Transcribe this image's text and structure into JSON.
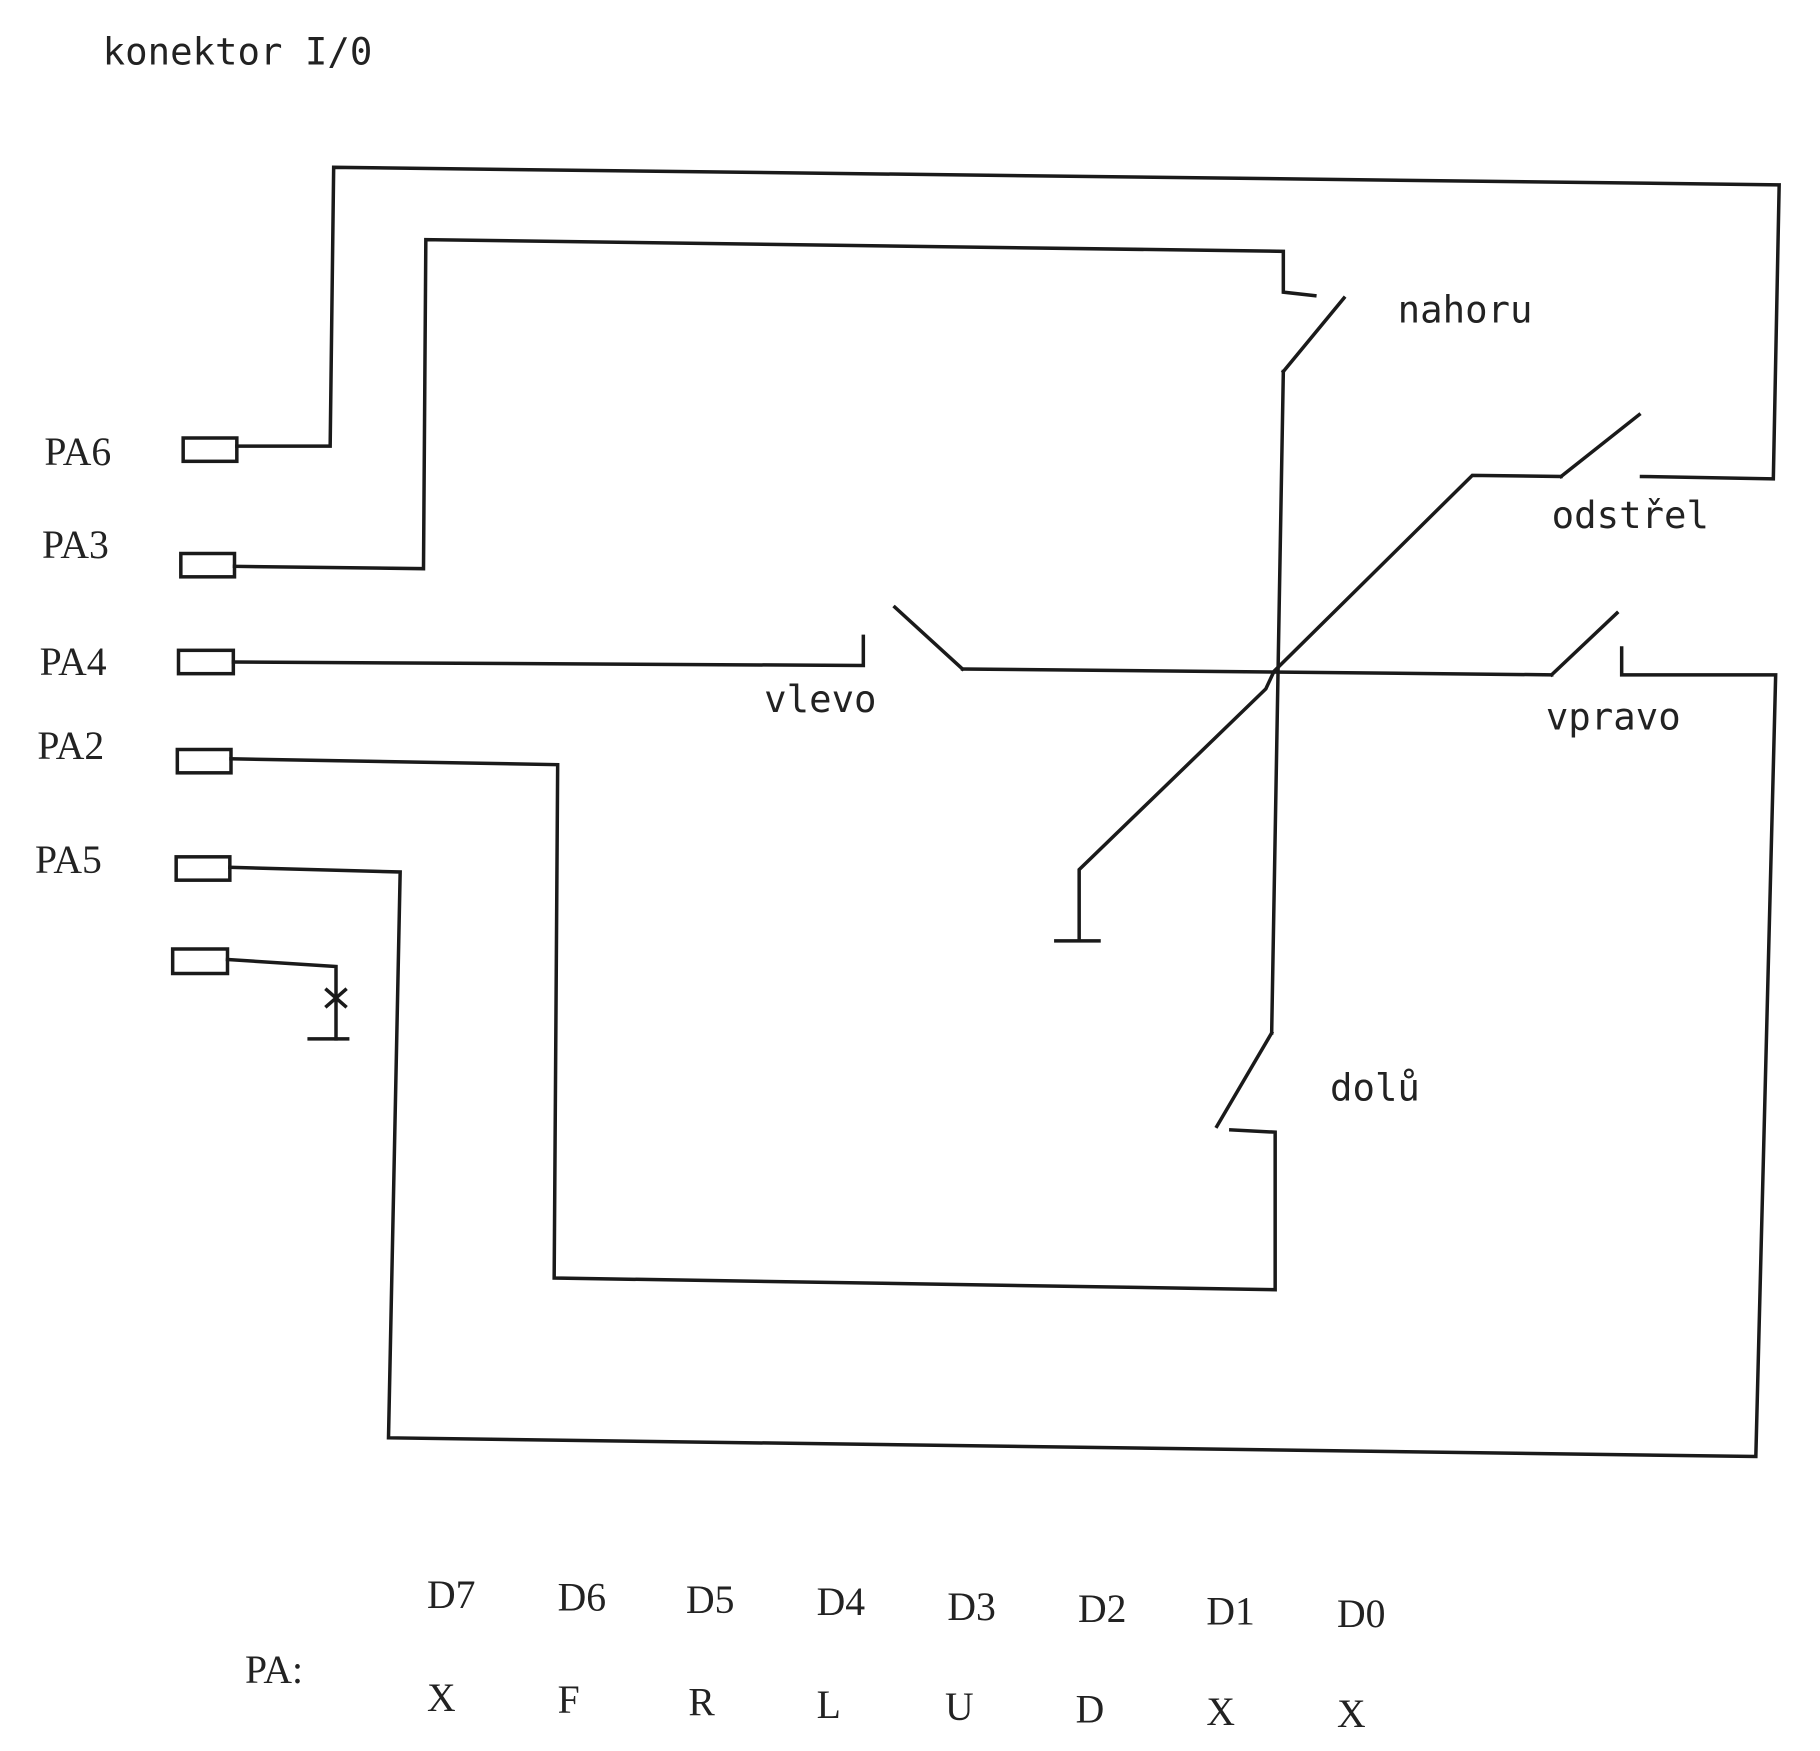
{
  "title": "konektor I/0",
  "ports": [
    "PA6",
    "PA3",
    "PA4",
    "PA2",
    "PA5"
  ],
  "switches": {
    "up": "nahoru",
    "fire": "odstřel",
    "left": "vlevo",
    "right": "vpravo",
    "down": "dolů"
  },
  "table": {
    "row_label": "PA:",
    "headers": [
      "D7",
      "D6",
      "D5",
      "D4",
      "D3",
      "D2",
      "D1",
      "D0"
    ],
    "values": [
      "X",
      "F",
      "R",
      "L",
      "U",
      "D",
      "X",
      "X"
    ]
  }
}
